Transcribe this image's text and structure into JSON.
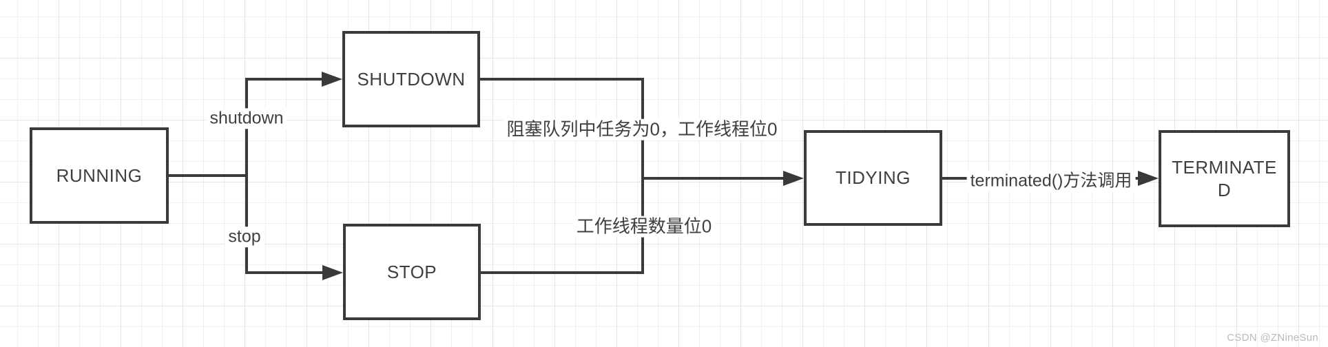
{
  "colors": {
    "line": "#3a3a3a",
    "text": "#3f3f3f",
    "grid": "#efefef",
    "grid_major": "#e5e5e5",
    "watermark": "#b9b9b9",
    "bg": "#ffffff"
  },
  "diagram": {
    "type": "state-flowchart",
    "nodes": {
      "running": {
        "label": "RUNNING"
      },
      "shutdown": {
        "label": "SHUTDOWN"
      },
      "stop": {
        "label": "STOP"
      },
      "tidying": {
        "label": "TIDYING"
      },
      "terminated": {
        "label": "TERMINATE\nD"
      }
    },
    "edges": [
      {
        "from": "RUNNING",
        "to": "SHUTDOWN",
        "label": "shutdown"
      },
      {
        "from": "RUNNING",
        "to": "STOP",
        "label": "stop"
      },
      {
        "from": "SHUTDOWN",
        "to": "TIDYING",
        "label": "阻塞队列中任务为0，工作线程位0"
      },
      {
        "from": "STOP",
        "to": "TIDYING",
        "label": "工作线程数量位0"
      },
      {
        "from": "TIDYING",
        "to": "TERMINATED",
        "label": "terminated()方法调用"
      }
    ]
  },
  "watermark": "CSDN @ZNineSun"
}
